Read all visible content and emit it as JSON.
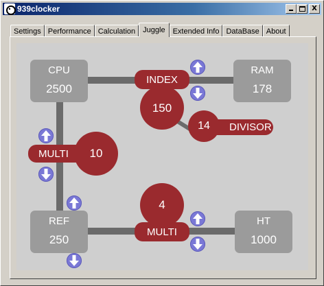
{
  "window": {
    "title": "939clocker",
    "min_icon": "minimize-icon",
    "max_icon": "maximize-icon",
    "close_label": "X",
    "app_icon": "clock-icon"
  },
  "tabs": [
    {
      "label": "Settings",
      "active": false
    },
    {
      "label": "Performance",
      "active": false
    },
    {
      "label": "Calculation",
      "active": false
    },
    {
      "label": "Juggle",
      "active": true
    },
    {
      "label": "Extended Info",
      "active": false
    },
    {
      "label": "DataBase",
      "active": false
    },
    {
      "label": "About",
      "active": false
    }
  ],
  "juggle": {
    "cpu": {
      "label": "CPU",
      "value": "2500"
    },
    "ram": {
      "label": "RAM",
      "value": "178"
    },
    "ref": {
      "label": "REF",
      "value": "250"
    },
    "ht": {
      "label": "HT",
      "value": "1000"
    },
    "index": {
      "label": "INDEX",
      "value": "150"
    },
    "divisor": {
      "value": "14",
      "label": "DIVISOR"
    },
    "cpu_multi": {
      "label": "MULTI",
      "value": "10"
    },
    "ht_multi": {
      "label": "MULTI",
      "value": "4"
    }
  },
  "colors": {
    "node_red": "#9a2a2e",
    "box_gray": "#9b9b9b",
    "arrow_blue": "#7a78d6",
    "connector": "#6b6b6b"
  }
}
